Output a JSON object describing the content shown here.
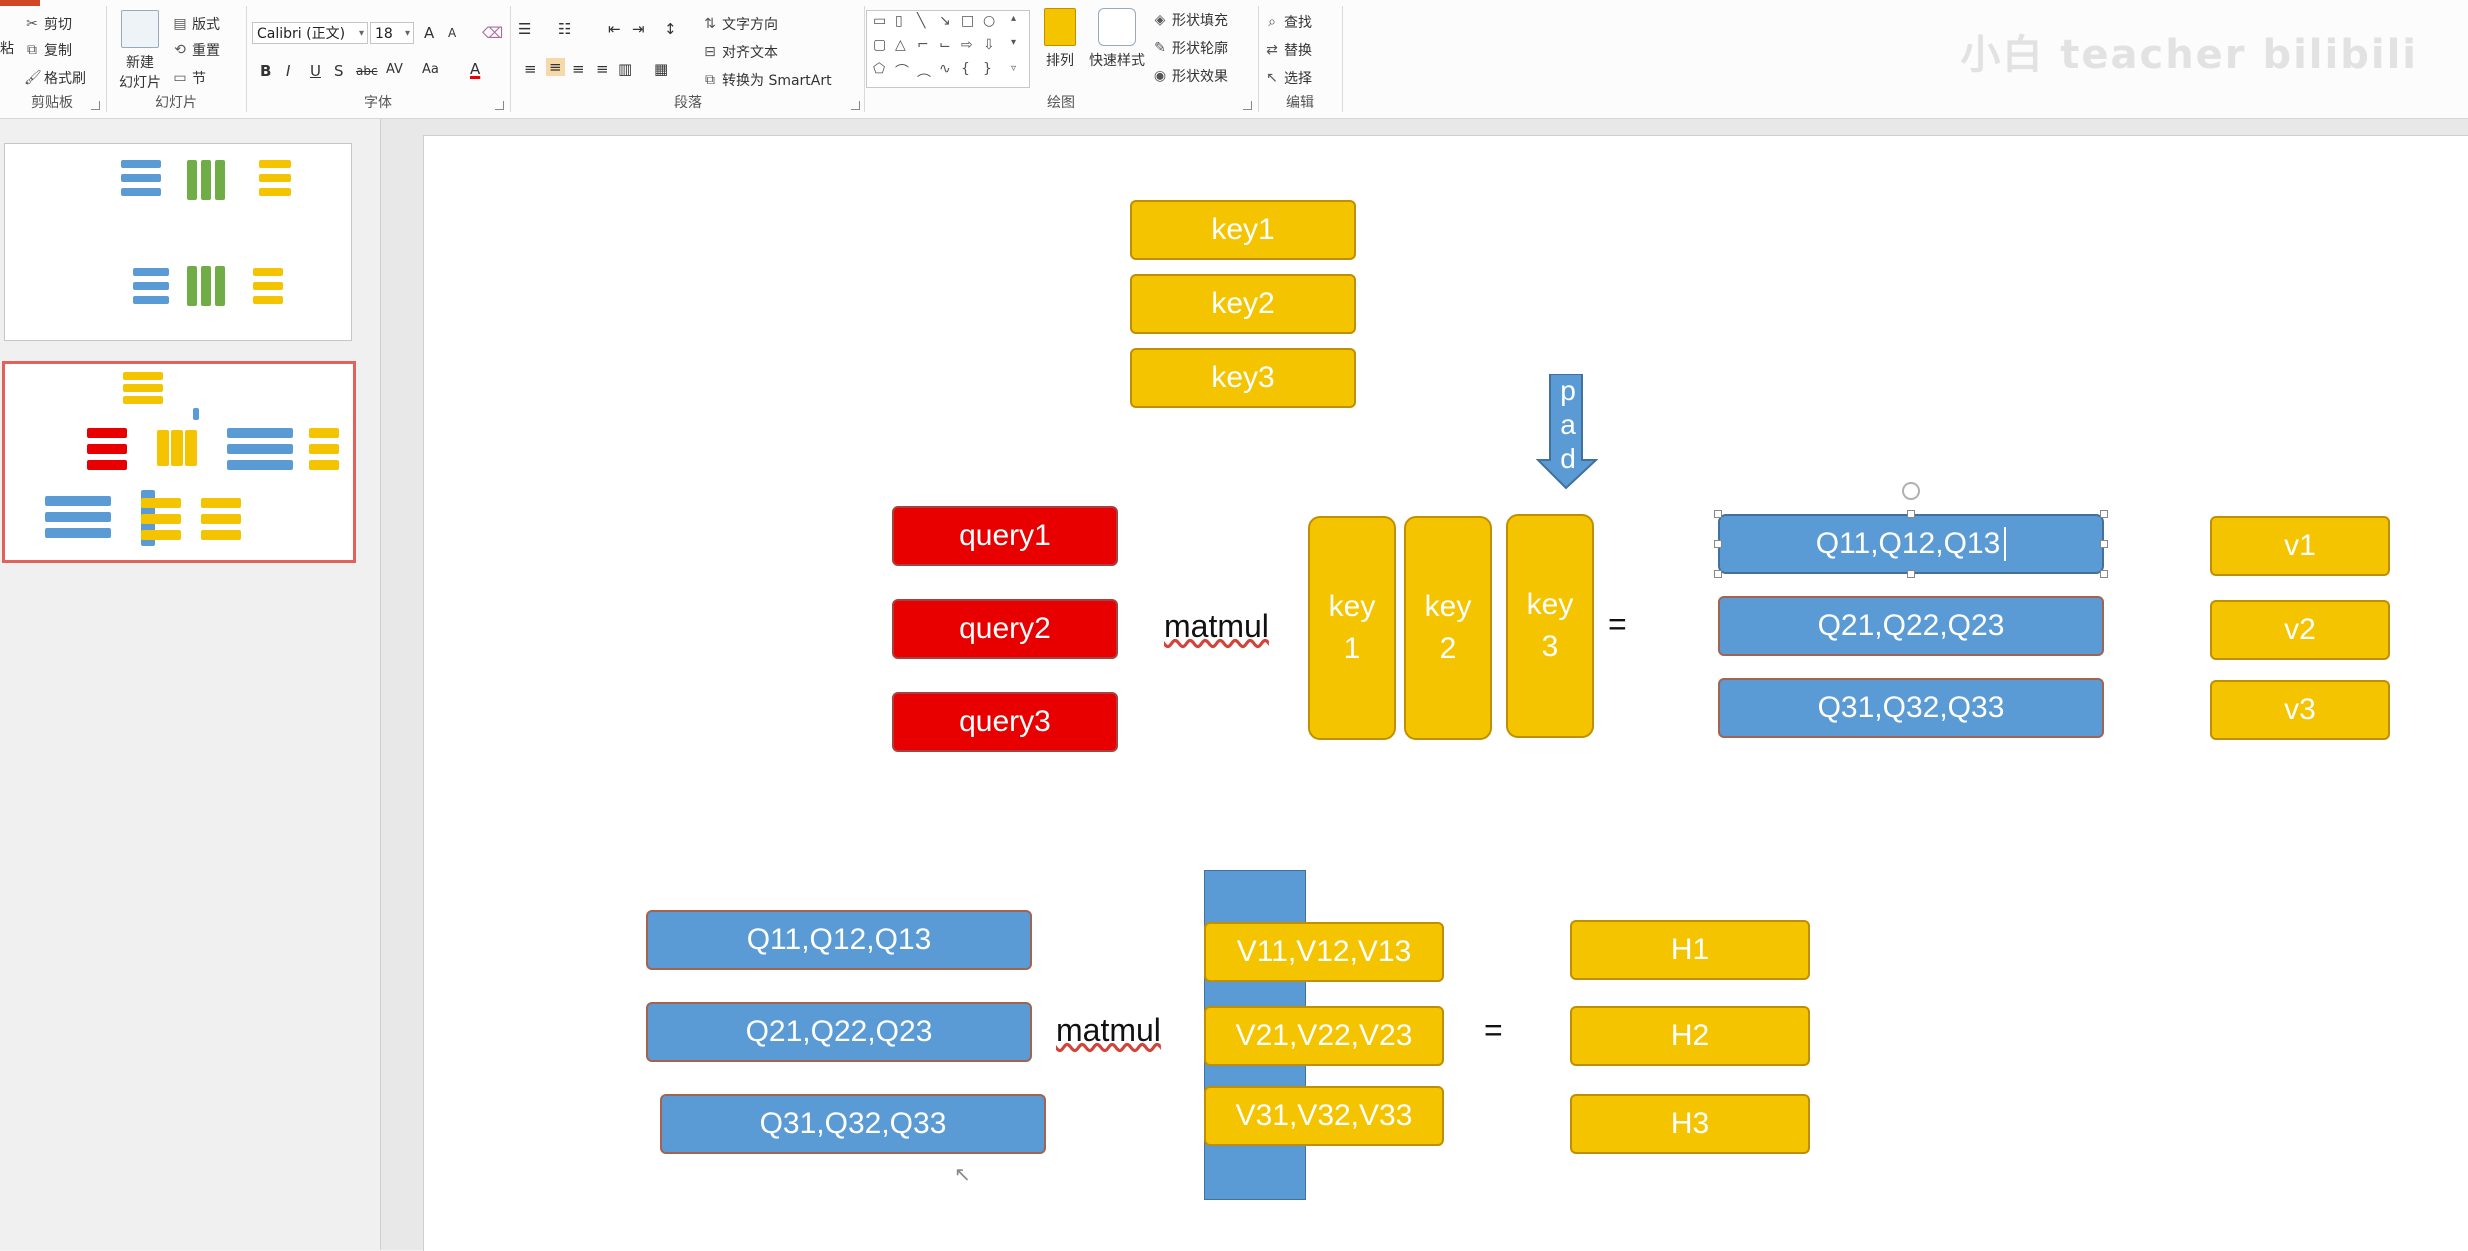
{
  "ribbon": {
    "clipboard": {
      "cut": "剪切",
      "copy": "复制",
      "paste": "粘",
      "format_painter": "格式刷",
      "group_label": "剪贴板"
    },
    "slides": {
      "new_slide_line1": "新建",
      "new_slide_line2": "幻灯片",
      "layout": "版式",
      "reset": "重置",
      "section": "节",
      "group_label": "幻灯片"
    },
    "font": {
      "font_name": "Calibri (正文)",
      "font_size": "18",
      "bold": "B",
      "italic": "I",
      "underline": "U",
      "shadow": "S",
      "strike": "abc",
      "spacing": "AV",
      "case": "Aa",
      "color": "A",
      "grow": "A",
      "shrink": "A",
      "group_label": "字体"
    },
    "paragraph": {
      "text_direction": "文字方向",
      "align_text": "对齐文本",
      "smartart": "转换为 SmartArt",
      "group_label": "段落"
    },
    "drawing": {
      "arrange": "排列",
      "quick_styles": "快速样式",
      "shape_fill": "形状填充",
      "shape_outline": "形状轮廓",
      "shape_effects": "形状效果",
      "group_label": "绘图"
    },
    "editing": {
      "find": "查找",
      "replace": "替换",
      "select": "选择",
      "group_label": "编辑"
    },
    "watermark": "小白 teacher  bilibili"
  },
  "slide": {
    "keys_top": [
      "key1",
      "key2",
      "key3"
    ],
    "pad_arrow_letters": [
      "p",
      "a",
      "d"
    ],
    "queries": [
      "query1",
      "query2",
      "query3"
    ],
    "matmul_label_1": "matmul",
    "keys_tall": [
      {
        "line1": "key",
        "line2": "1"
      },
      {
        "line1": "key",
        "line2": "2"
      },
      {
        "line1": "key",
        "line2": "3"
      }
    ],
    "equals_1": "=",
    "q_results": [
      "Q11,Q12,Q13",
      "Q21,Q22,Q23",
      "Q31,Q32,Q33"
    ],
    "values_right": [
      "v1",
      "v2",
      "v3"
    ],
    "q_bottom": [
      "Q11,Q12,Q13",
      "Q21,Q22,Q23",
      "Q31,Q32,Q33"
    ],
    "matmul_label_2": "matmul",
    "v_rows": [
      "V11,V12,V13",
      "V21,V22,V23",
      "V31,V32,V33"
    ],
    "equals_2": "=",
    "heads": [
      "H1",
      "H2",
      "H3"
    ]
  },
  "colors": {
    "yellow": "#f5c400",
    "red": "#e80000",
    "blue": "#5b9bd5",
    "selected_thumb_border": "#e0625a"
  }
}
